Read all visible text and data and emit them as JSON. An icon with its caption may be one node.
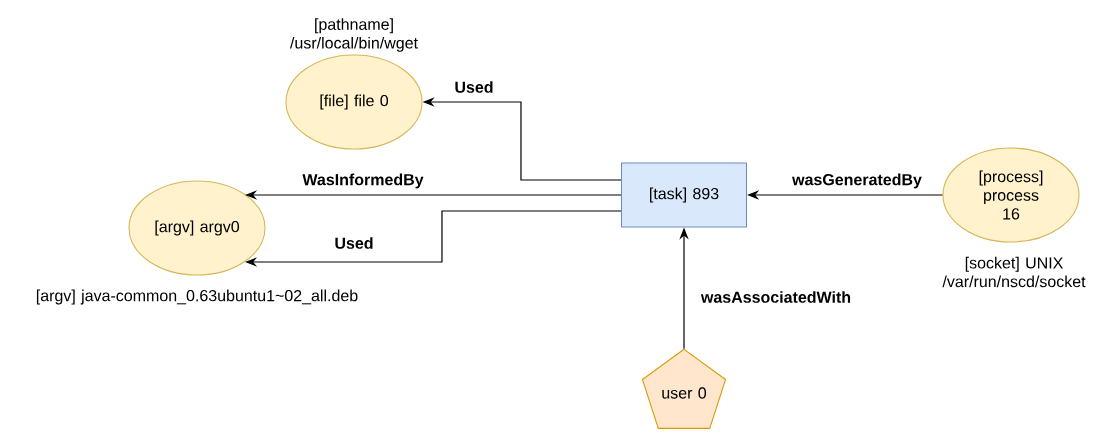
{
  "diagram": {
    "nodes": [
      {
        "text": [
          "[task] 893"
        ]
      },
      {
        "text": [
          "[file] file 0"
        ],
        "beside": [
          "[pathname] /usr/local/bin/wget"
        ]
      },
      {
        "text": [
          "[argv] argv0"
        ],
        "beside": [
          "[argv] java-common_0.63ubuntu1~02_all.deb"
        ]
      },
      {
        "text": [
          "[process] process 16"
        ],
        "beside": [
          "[socket] UNIX /var/run/nscd/socket"
        ]
      },
      {
        "text": [
          "user 0"
        ]
      }
    ],
    "edges": [
      {
        "from": 0,
        "to": 1,
        "arrow": "to",
        "label": "Used"
      },
      {
        "from": 0,
        "to": 2,
        "arrow": "to",
        "label": "WasInformedBy"
      },
      {
        "from": 0,
        "to": 2,
        "arrow": "to",
        "label": "Used"
      },
      {
        "from": 3,
        "to": 0,
        "arrow": "to",
        "label": "wasGeneratedBy"
      },
      {
        "from": 4,
        "to": 0,
        "arrow": "to",
        "label": "wasAssociatedWith"
      }
    ]
  }
}
